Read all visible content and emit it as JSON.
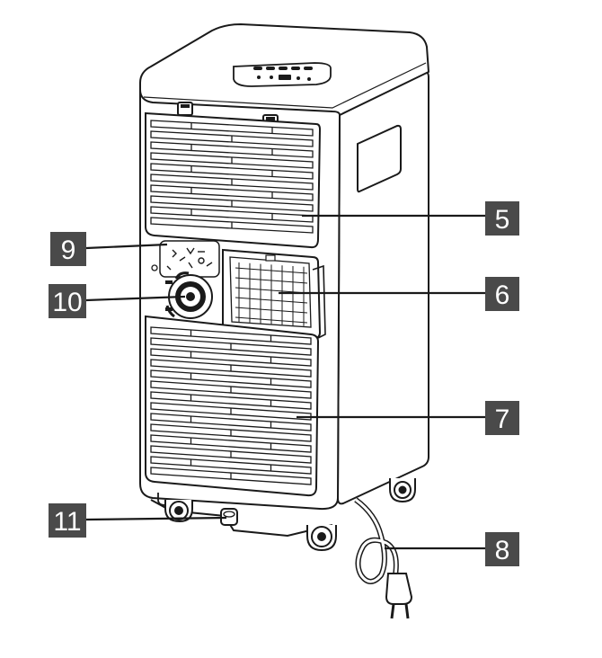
{
  "callouts": {
    "c5": {
      "label": "5"
    },
    "c6": {
      "label": "6"
    },
    "c7": {
      "label": "7"
    },
    "c8": {
      "label": "8"
    },
    "c9": {
      "label": "9"
    },
    "c10": {
      "label": "10"
    },
    "c11": {
      "label": "11"
    }
  },
  "colors": {
    "callout_box": "#4a4a4a",
    "line": "#1a1a1a",
    "body_fill": "#ffffff"
  }
}
